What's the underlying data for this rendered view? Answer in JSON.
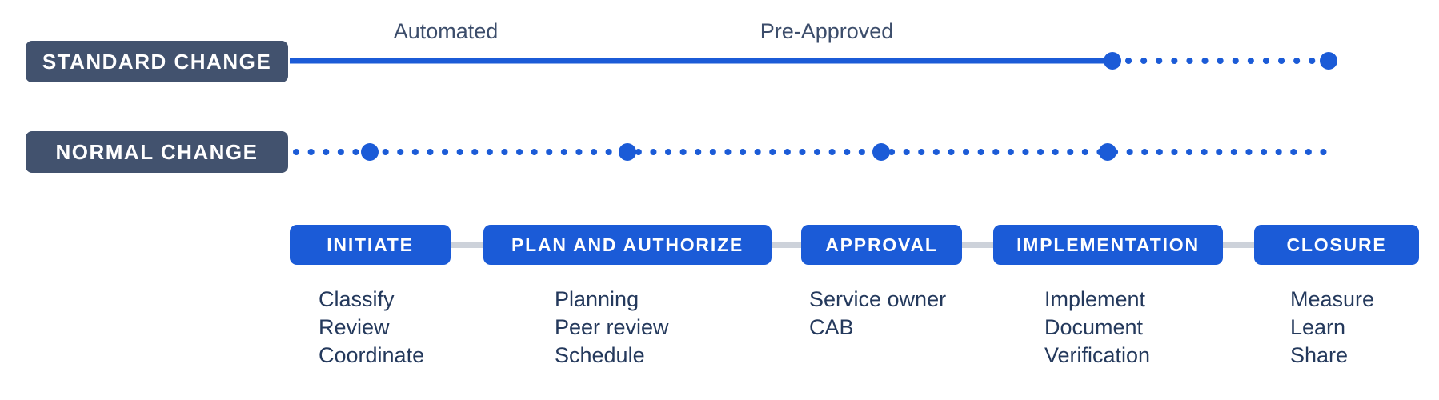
{
  "colors": {
    "line_blue": "#1b5bd7",
    "row_label_bg": "#42526e",
    "connector_gray": "#cdd2da",
    "list_text": "#24395c",
    "annotation_text": "#3c4d6b"
  },
  "annotations": {
    "automated": "Automated",
    "pre_approved": "Pre-Approved"
  },
  "rows": [
    {
      "label": "STANDARD CHANGE",
      "line_style": "solid-then-dotted"
    },
    {
      "label": "NORMAL CHANGE",
      "line_style": "dotted"
    }
  ],
  "stages": [
    {
      "label": "INITIATE",
      "items": [
        "Classify",
        "Review",
        "Coordinate"
      ]
    },
    {
      "label": "PLAN AND AUTHORIZE",
      "items": [
        "Planning",
        "Peer review",
        "Schedule"
      ]
    },
    {
      "label": "APPROVAL",
      "items": [
        "Service owner",
        "CAB"
      ]
    },
    {
      "label": "IMPLEMENTATION",
      "items": [
        "Implement",
        "Document",
        "Verification"
      ]
    },
    {
      "label": "CLOSURE",
      "items": [
        "Measure",
        "Learn",
        "Share"
      ]
    }
  ]
}
